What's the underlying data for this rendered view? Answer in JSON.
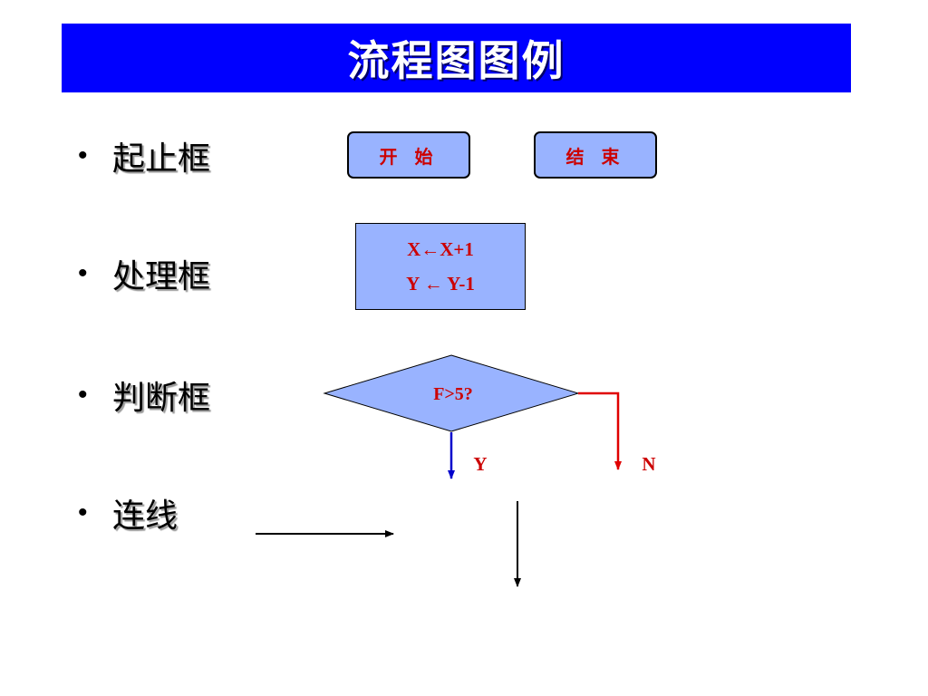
{
  "title": "流程图图例",
  "bullets": [
    {
      "label": "起止框"
    },
    {
      "label": "处理框"
    },
    {
      "label": "判断框"
    },
    {
      "label": "连线"
    }
  ],
  "bullet_symbol": "•",
  "terminals": {
    "start": "开 始",
    "end": "结 束"
  },
  "process": {
    "line1": "X←X+1",
    "line2": "Y ← Y-1"
  },
  "decision": {
    "condition": "F>5?",
    "yes_label": "Y",
    "no_label": "N"
  },
  "colors": {
    "title_bar": "#0000ff",
    "shape_fill": "#99b3ff",
    "shape_text": "#cc0000",
    "yes_arrow": "#0000cc",
    "no_arrow": "#e00000",
    "connector": "#000000"
  }
}
